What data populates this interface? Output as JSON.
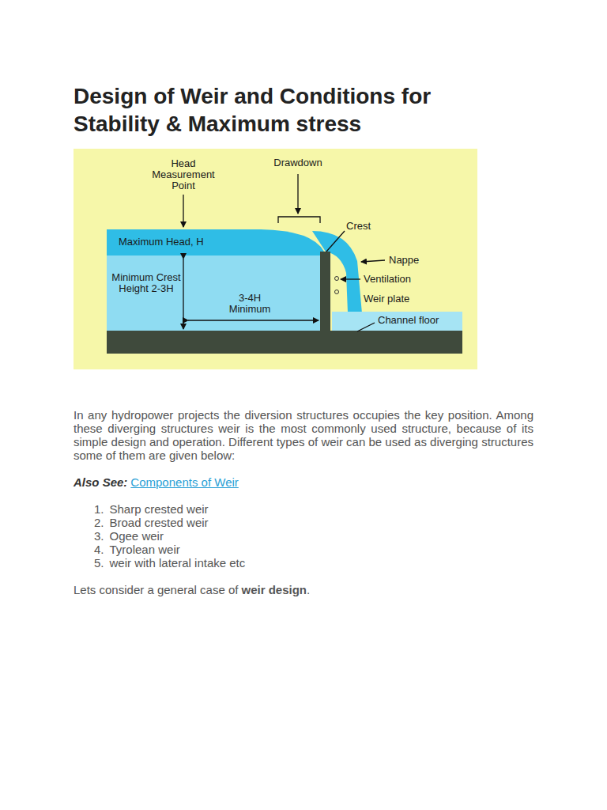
{
  "diagram": {
    "title": "Design of Weir and Conditions for Stability & Maximum stress",
    "labels": [
      "Head Measurement Point",
      "Drawdown",
      "Maximum Head, H",
      "Crest",
      "Nappe",
      "Minimum Crest Height 2-3H",
      "3-4H Minimum",
      "Ventilation",
      "Weir plate",
      "Channel floor",
      "In any hydropower projects the diversion structures occupies the key position. Among these diverging structures weir is the most commonly used structure, because of its simple design and operation. Different types of weir can be used as diverging structures some of them are given below:",
      "Also See:",
      "Components of Weir",
      "1.",
      "Sharp crested weir",
      "2.",
      "Broad crested weir",
      "3.",
      "Ogee weir",
      "4.",
      "Tyrolean weir",
      "5.",
      "weir with lateral intake etc",
      "Lets consider a general case of",
      "weir design",
      "."
    ]
  }
}
